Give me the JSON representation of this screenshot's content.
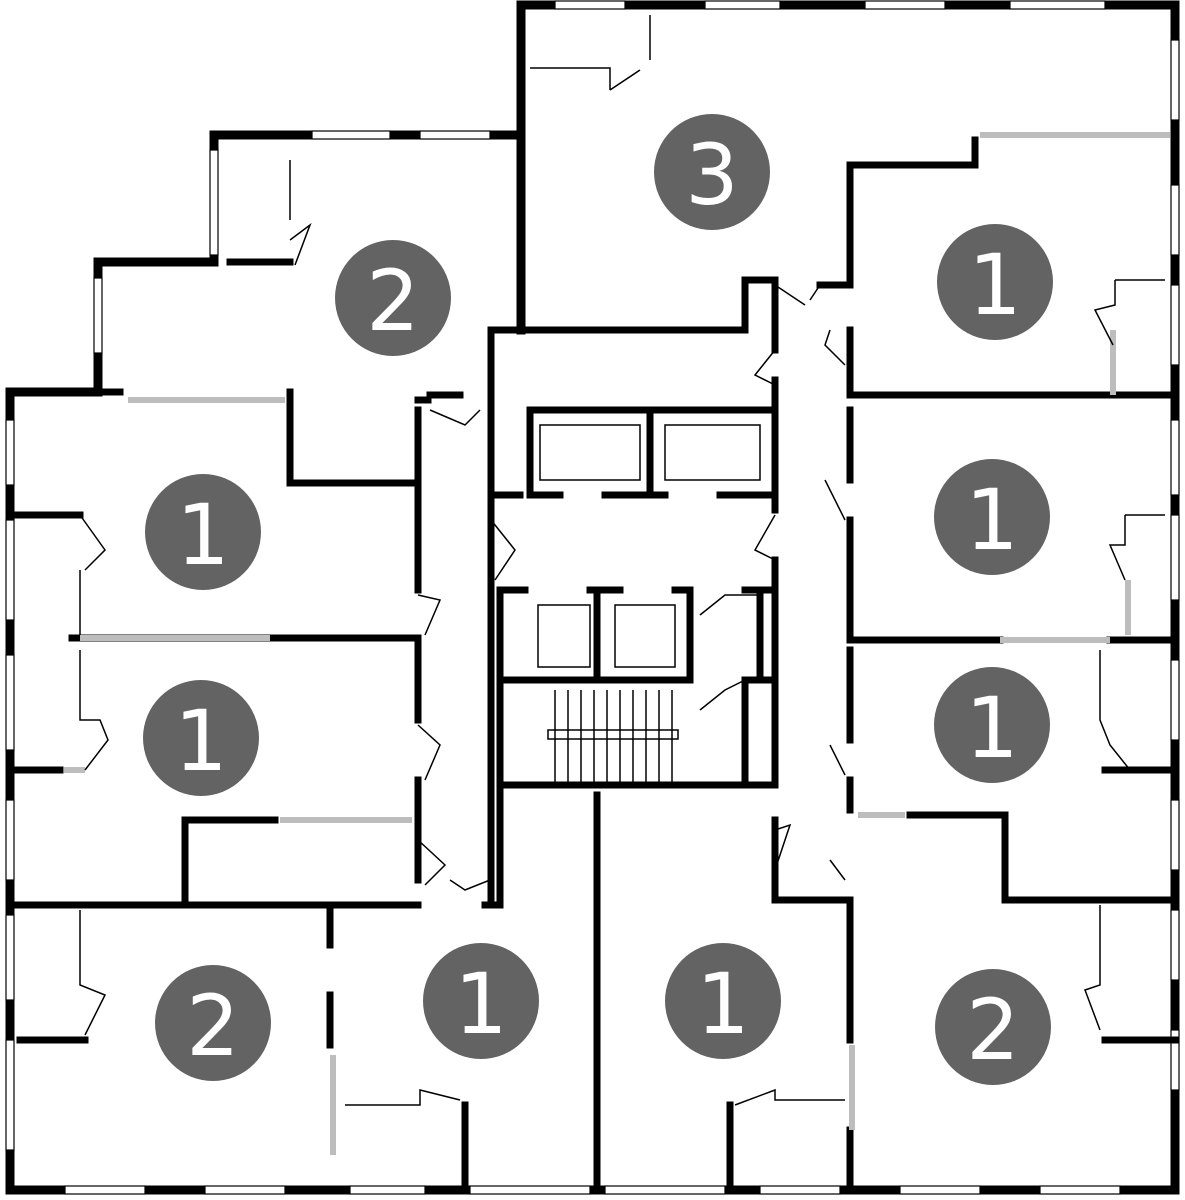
{
  "plan": {
    "wall_color": "#000000",
    "window_color": "#ffffff",
    "glass_color": "#bdbdbd",
    "badge_color": "#636363",
    "badge_text_color": "#ffffff"
  },
  "units": [
    {
      "id": "unit-3-top",
      "rooms": "3"
    },
    {
      "id": "unit-2-upper-left",
      "rooms": "2"
    },
    {
      "id": "unit-1-upper-right",
      "rooms": "1"
    },
    {
      "id": "unit-1-left-1",
      "rooms": "1"
    },
    {
      "id": "unit-1-right-1",
      "rooms": "1"
    },
    {
      "id": "unit-1-left-2",
      "rooms": "1"
    },
    {
      "id": "unit-1-right-2",
      "rooms": "1"
    },
    {
      "id": "unit-2-lower-left",
      "rooms": "2"
    },
    {
      "id": "unit-1-bottom-left",
      "rooms": "1"
    },
    {
      "id": "unit-1-bottom-right",
      "rooms": "1"
    },
    {
      "id": "unit-2-lower-right",
      "rooms": "2"
    }
  ]
}
